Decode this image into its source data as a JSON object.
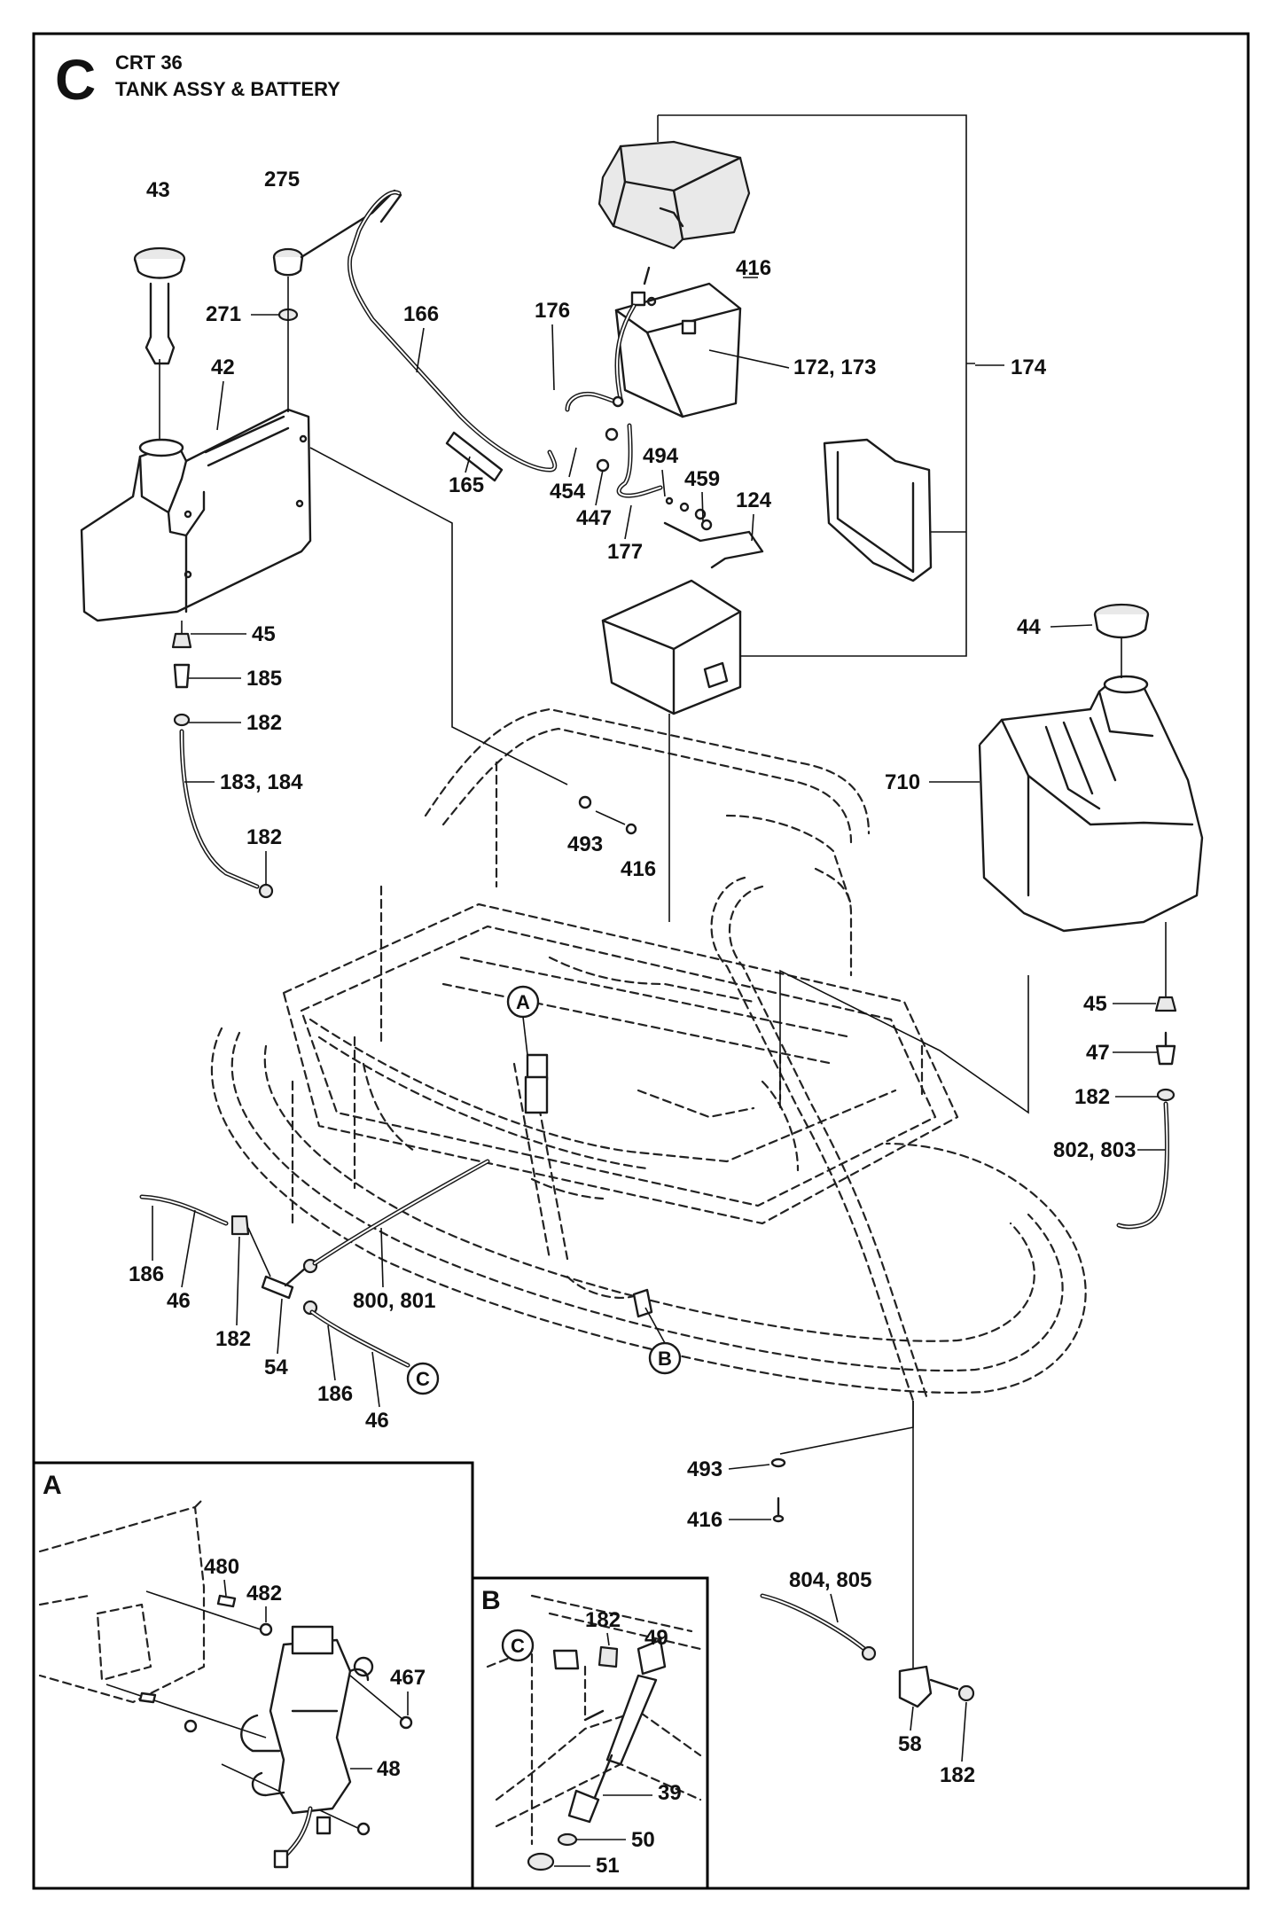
{
  "header": {
    "section_letter": "C",
    "model": "CRT 36",
    "title": "TANK ASSY & BATTERY"
  },
  "parts": {
    "p43": "43",
    "p275": "275",
    "p271": "271",
    "p166": "166",
    "p42": "42",
    "p165": "165",
    "p176": "176",
    "p416_top": "416",
    "p172_173": "172, 173",
    "p174": "174",
    "p454": "454",
    "p447": "447",
    "p177": "177",
    "p494": "494",
    "p459": "459",
    "p124": "124",
    "p45_left": "45",
    "p185": "185",
    "p182_a": "182",
    "p183_184": "183, 184",
    "p182_b": "182",
    "p493_top": "493",
    "p416_mid": "416",
    "p44": "44",
    "p710": "710",
    "p45_right": "45",
    "p47": "47",
    "p182_right": "182",
    "p802_803": "802, 803",
    "p186_a": "186",
    "p46_a": "46",
    "p182_c": "182",
    "p54": "54",
    "p800_801": "800, 801",
    "p186_b": "186",
    "p46_b": "46",
    "p493_bottom": "493",
    "p416_bottom": "416",
    "p804_805": "804, 805",
    "p58": "58",
    "p182_d": "182"
  },
  "callouts": {
    "a": "A",
    "b": "B",
    "c": "C"
  },
  "inset_a": {
    "letter": "A",
    "p480": "480",
    "p482": "482",
    "p467": "467",
    "p48": "48"
  },
  "inset_b": {
    "letter": "B",
    "callout_c": "C",
    "p182": "182",
    "p49": "49",
    "p39": "39",
    "p50": "50",
    "p51": "51"
  }
}
